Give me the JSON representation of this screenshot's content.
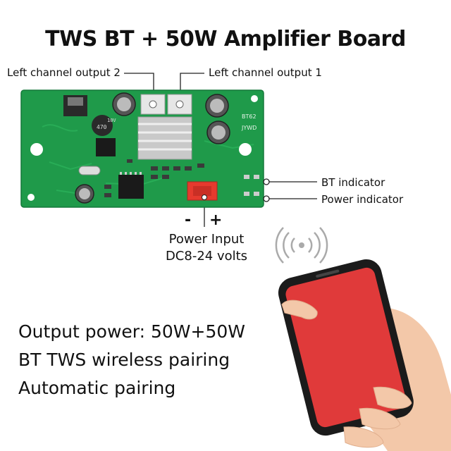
{
  "title": "TWS BT + 50W Amplifier Board",
  "callouts": {
    "left_output_2": "Left channel output 2",
    "left_output_1": "Left channel output 1",
    "bt_indicator": "BT indicator",
    "power_indicator": "Power indicator"
  },
  "board": {
    "silk_model": "BT62",
    "silk_brand": "JYWD",
    "cap_marking_1": "470",
    "cap_marking_2": "10V"
  },
  "power_input": {
    "minus": "-",
    "plus": "+",
    "line1": "Power Input",
    "line2": "DC8-24 volts"
  },
  "features": [
    "Output power: 50W+50W",
    "BT TWS wireless pairing",
    "Automatic pairing"
  ],
  "colors": {
    "pcb": "#1f9a4a",
    "phone_screen": "#e03a3a",
    "connector": "#e63a2e"
  }
}
